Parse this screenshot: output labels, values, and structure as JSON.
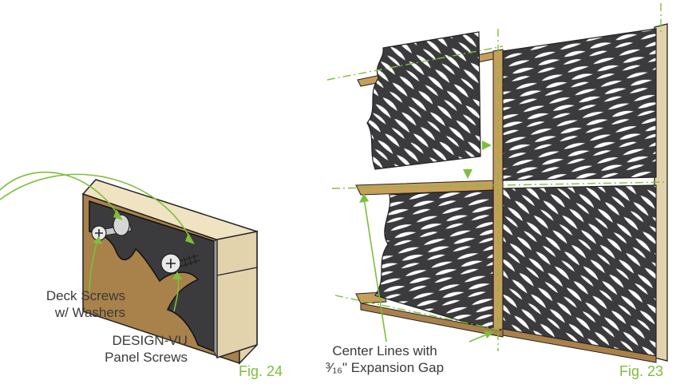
{
  "colors": {
    "accent": "#7dbf3b",
    "panel": "#3b3b3d",
    "wood": "#e3d3ad",
    "wood_dark": "#a9814a",
    "label": "#3a3a3a"
  },
  "fig24": {
    "caption": "Fig. 24",
    "deck_label_line1": "Deck Screws",
    "deck_label_line2": "w/ Washers",
    "panel_label_line1": "DESIGN-VU",
    "panel_label_line2": "Panel Screws"
  },
  "fig23": {
    "caption": "Fig. 23",
    "center_label_line1": "Center Lines with",
    "center_label_line2": "³⁄₁₆\" Expansion Gap"
  }
}
